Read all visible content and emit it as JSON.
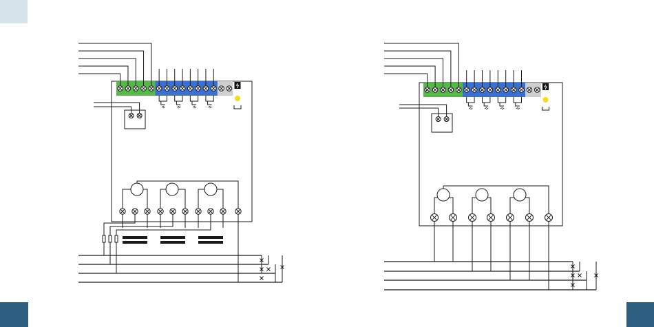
{
  "colors": {
    "corner_top": "#d8e4ec",
    "corner_bottom": "#2f5f80",
    "green_block": "#57b84a",
    "blue_block": "#3b6fd0",
    "grey_block": "#cfcfcf",
    "warning_dot": "#f4dc1e",
    "wire": "#1a1a1a"
  },
  "diagrams": [
    {
      "variant": "with-current-transformers",
      "green_terminals": 5,
      "blue_terminals": 8,
      "grey_terminals": 2,
      "meter_terminals": 10
    },
    {
      "variant": "direct-connection",
      "green_terminals": 5,
      "blue_terminals": 8,
      "grey_terminals": 2,
      "meter_terminals": 7
    }
  ],
  "icons": [
    "terminal-screw-icon",
    "measurement-loop-icon",
    "pulse-led-icon",
    "warning-lightning-icon",
    "ground-icon",
    "fuse-icon",
    "current-transformer-icon",
    "wire-cross-icon"
  ]
}
